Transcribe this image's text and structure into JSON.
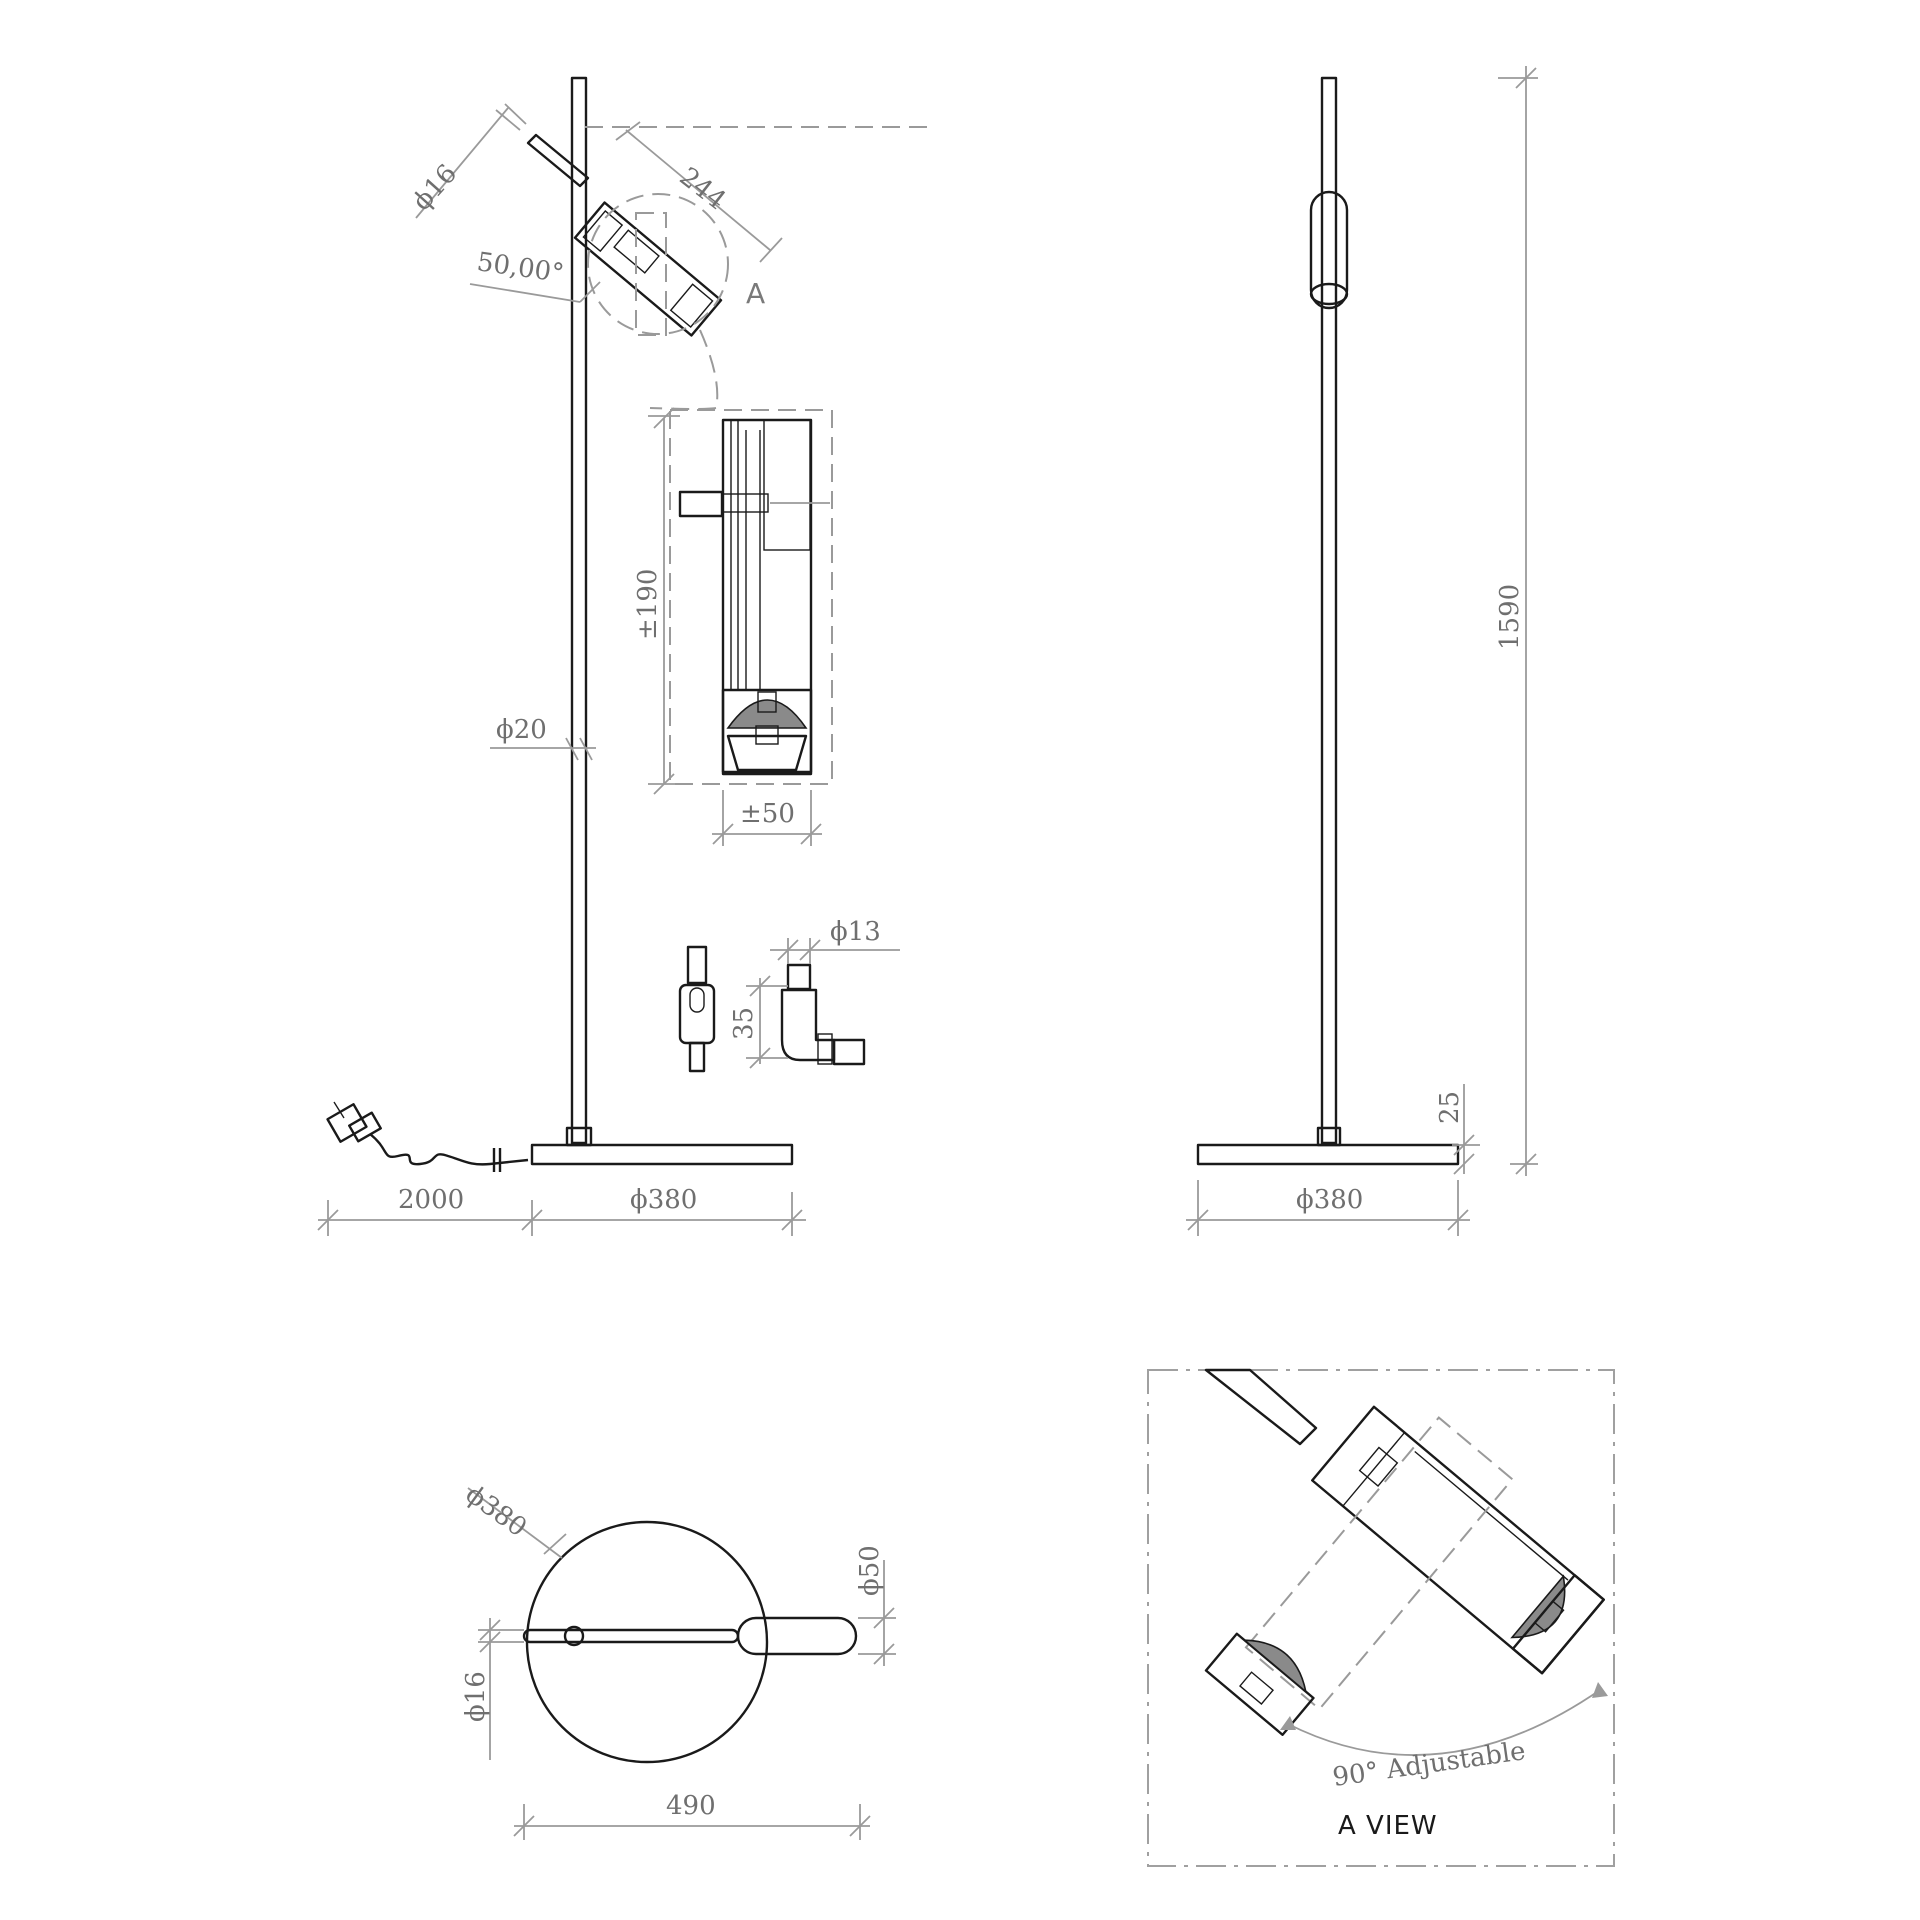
{
  "dimensions": {
    "tube_diameter": "ϕ16",
    "head_length": "244",
    "tilt_angle": "50,00°",
    "detail_marker": "A",
    "stem_diameter": "ϕ20",
    "head_travel_vertical": "±190",
    "head_travel_horizontal": "±50",
    "joint_diameter": "ϕ13",
    "joint_height": "35",
    "cable_length": "2000",
    "base_diameter_front": "ϕ380",
    "total_height": "1590",
    "base_height": "25",
    "base_diameter_side": "ϕ380",
    "base_diameter_top": "ϕ380",
    "arm_tube_diameter": "ϕ16",
    "head_diameter": "ϕ50",
    "overall_reach": "490"
  },
  "a_view": {
    "title": "A VIEW",
    "adjust_note": "90° Adjustable"
  },
  "colors": {
    "line": "#1a1a1a",
    "dimension": "#9a9a9a",
    "dimension_text": "#6f6f6f"
  }
}
